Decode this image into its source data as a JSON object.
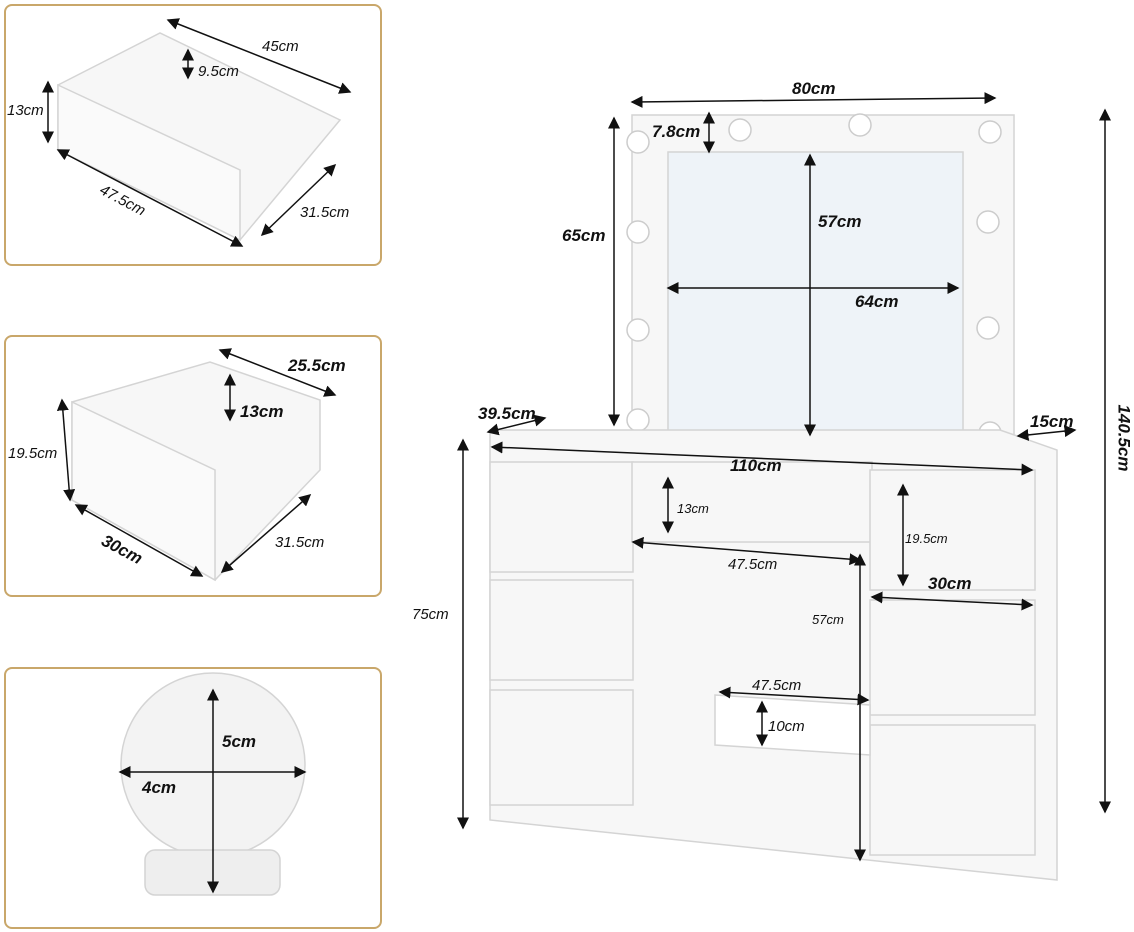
{
  "drawer_large": {
    "depth": "45cm",
    "inner_height": "9.5cm",
    "height": "13cm",
    "width": "47.5cm",
    "side_depth": "31.5cm"
  },
  "drawer_small": {
    "depth": "25.5cm",
    "inner_height": "13cm",
    "height": "19.5cm",
    "width": "30cm",
    "side_depth": "31.5cm"
  },
  "bulb": {
    "height": "5cm",
    "width": "4cm"
  },
  "vanity": {
    "mirror_width": "80cm",
    "mirror_top_frame": "7.8cm",
    "mirror_height": "65cm",
    "glass_height": "57cm",
    "glass_width": "64cm",
    "desk_depth": "39.5cm",
    "mirror_depth": "15cm",
    "total_height": "140.5cm",
    "desk_width": "110cm",
    "center_drawer_height": "13cm",
    "side_drawer_height": "19.5cm",
    "center_drawer_width": "47.5cm",
    "side_drawer_width": "30cm",
    "desk_height": "75cm",
    "knee_height": "57cm",
    "back_panel_width": "47.5cm",
    "back_panel_height": "10cm"
  },
  "colors": {
    "panel_border": "#c9a76a"
  }
}
